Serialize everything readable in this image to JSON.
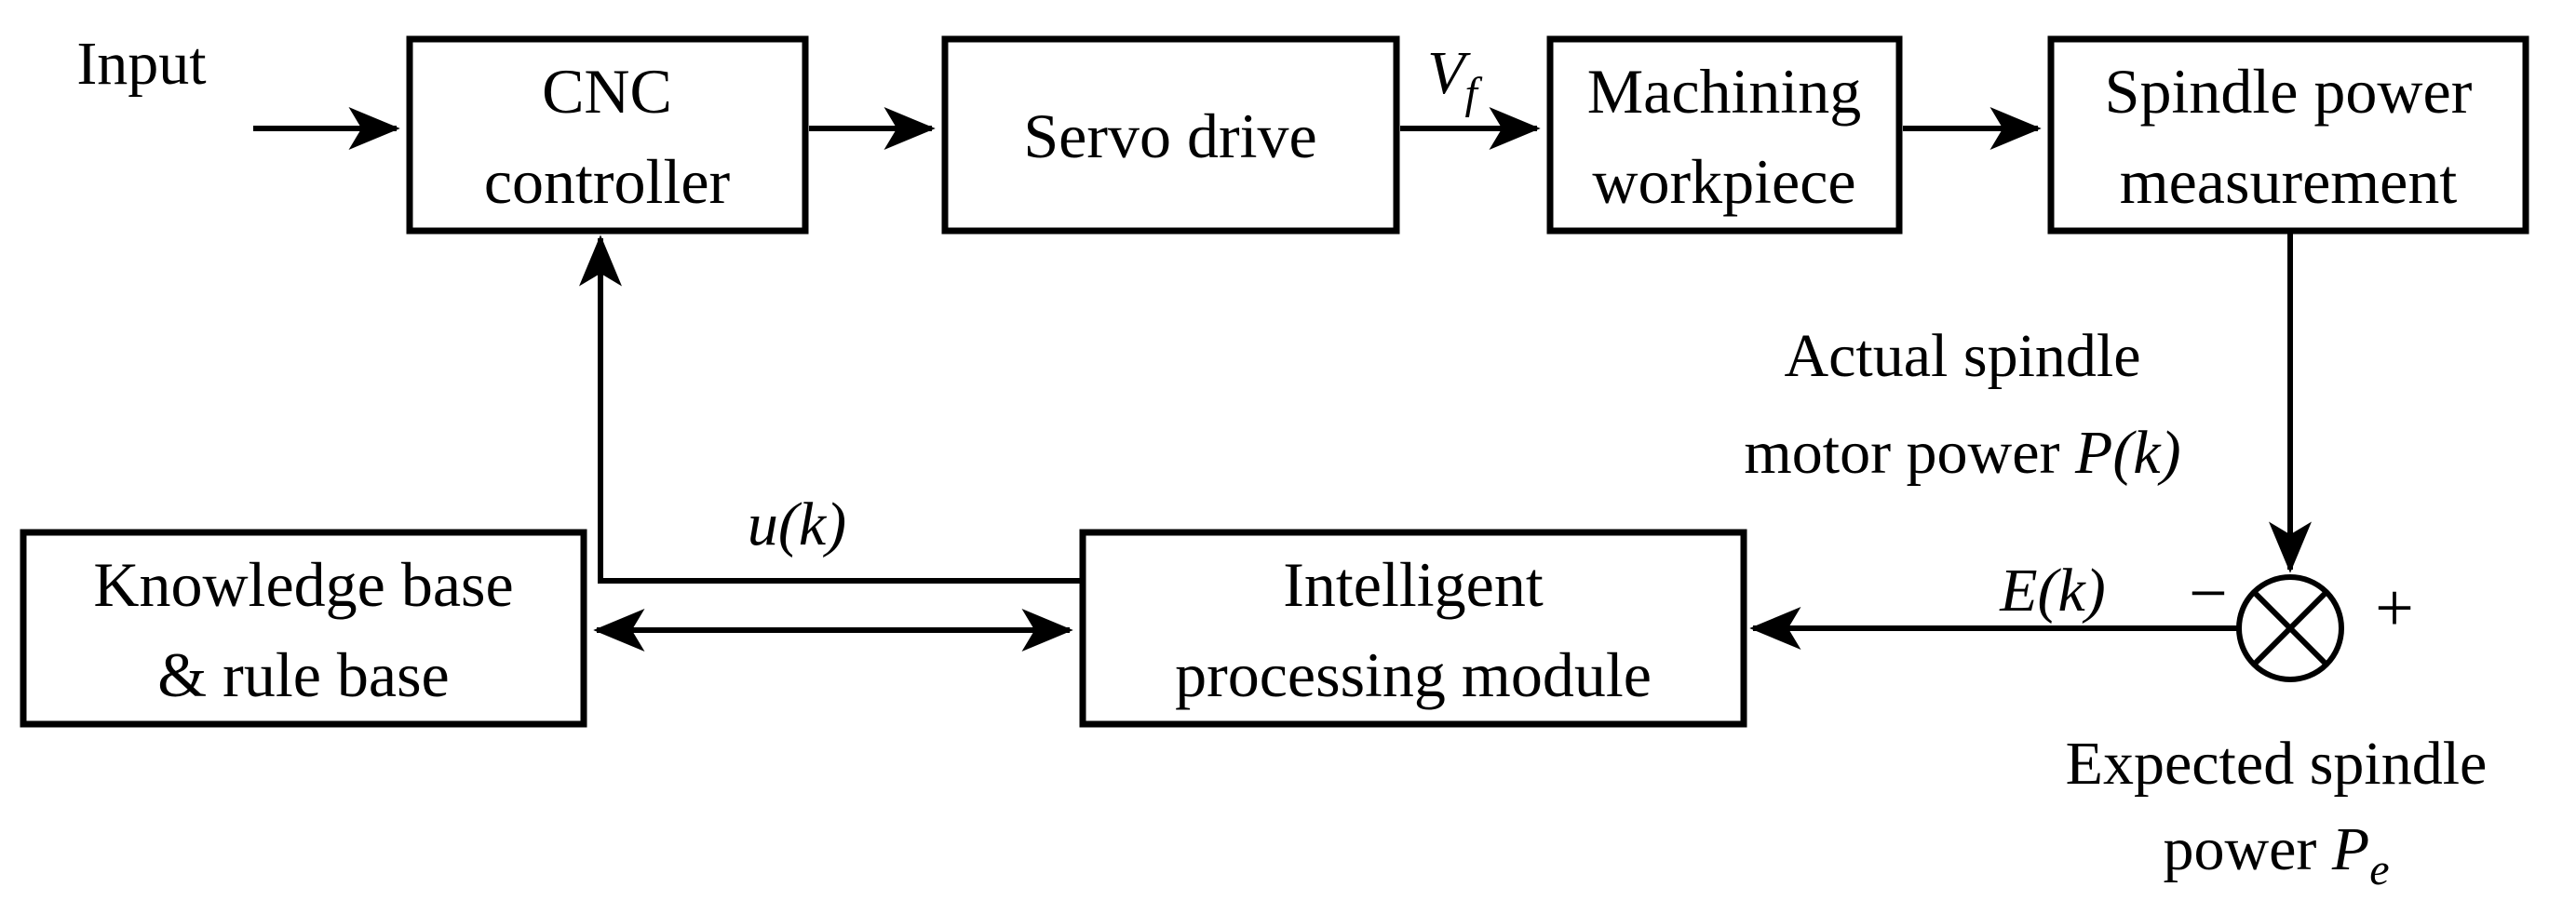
{
  "diagram": {
    "colors": {
      "background": "#ffffff",
      "line": "#000000",
      "box_fill": "#ffffff"
    },
    "blocks": [
      {
        "id": "cnc-controller",
        "lines": [
          "CNC",
          "controller"
        ]
      },
      {
        "id": "servo-drive",
        "lines": [
          "Servo drive"
        ]
      },
      {
        "id": "machining-workpiece",
        "lines": [
          "Machining",
          "workpiece"
        ]
      },
      {
        "id": "spindle-power-measurement",
        "lines": [
          "Spindle power",
          "measurement"
        ]
      },
      {
        "id": "knowledge-rule-base",
        "lines": [
          "Knowledge base",
          "& rule base"
        ]
      },
      {
        "id": "intelligent-processing-module",
        "lines": [
          "Intelligent",
          "processing module"
        ]
      }
    ],
    "signals": {
      "input": "Input",
      "feed_rate_base": "V",
      "feed_rate_sub": "f",
      "control_signal": "u(k)",
      "error_signal": "E(k)",
      "actual_power_line1": "Actual spindle",
      "actual_power_line2_prefix": "motor power ",
      "actual_power_variable": "P(k)",
      "minus_sign": "−",
      "plus_sign": "+",
      "expected_power_line1": "Expected spindle",
      "expected_power_line2_prefix": "power ",
      "expected_power_base": "P",
      "expected_power_sub": "e"
    },
    "junction": {
      "type": "multiply-sum",
      "symbol": "circle-cross"
    }
  }
}
